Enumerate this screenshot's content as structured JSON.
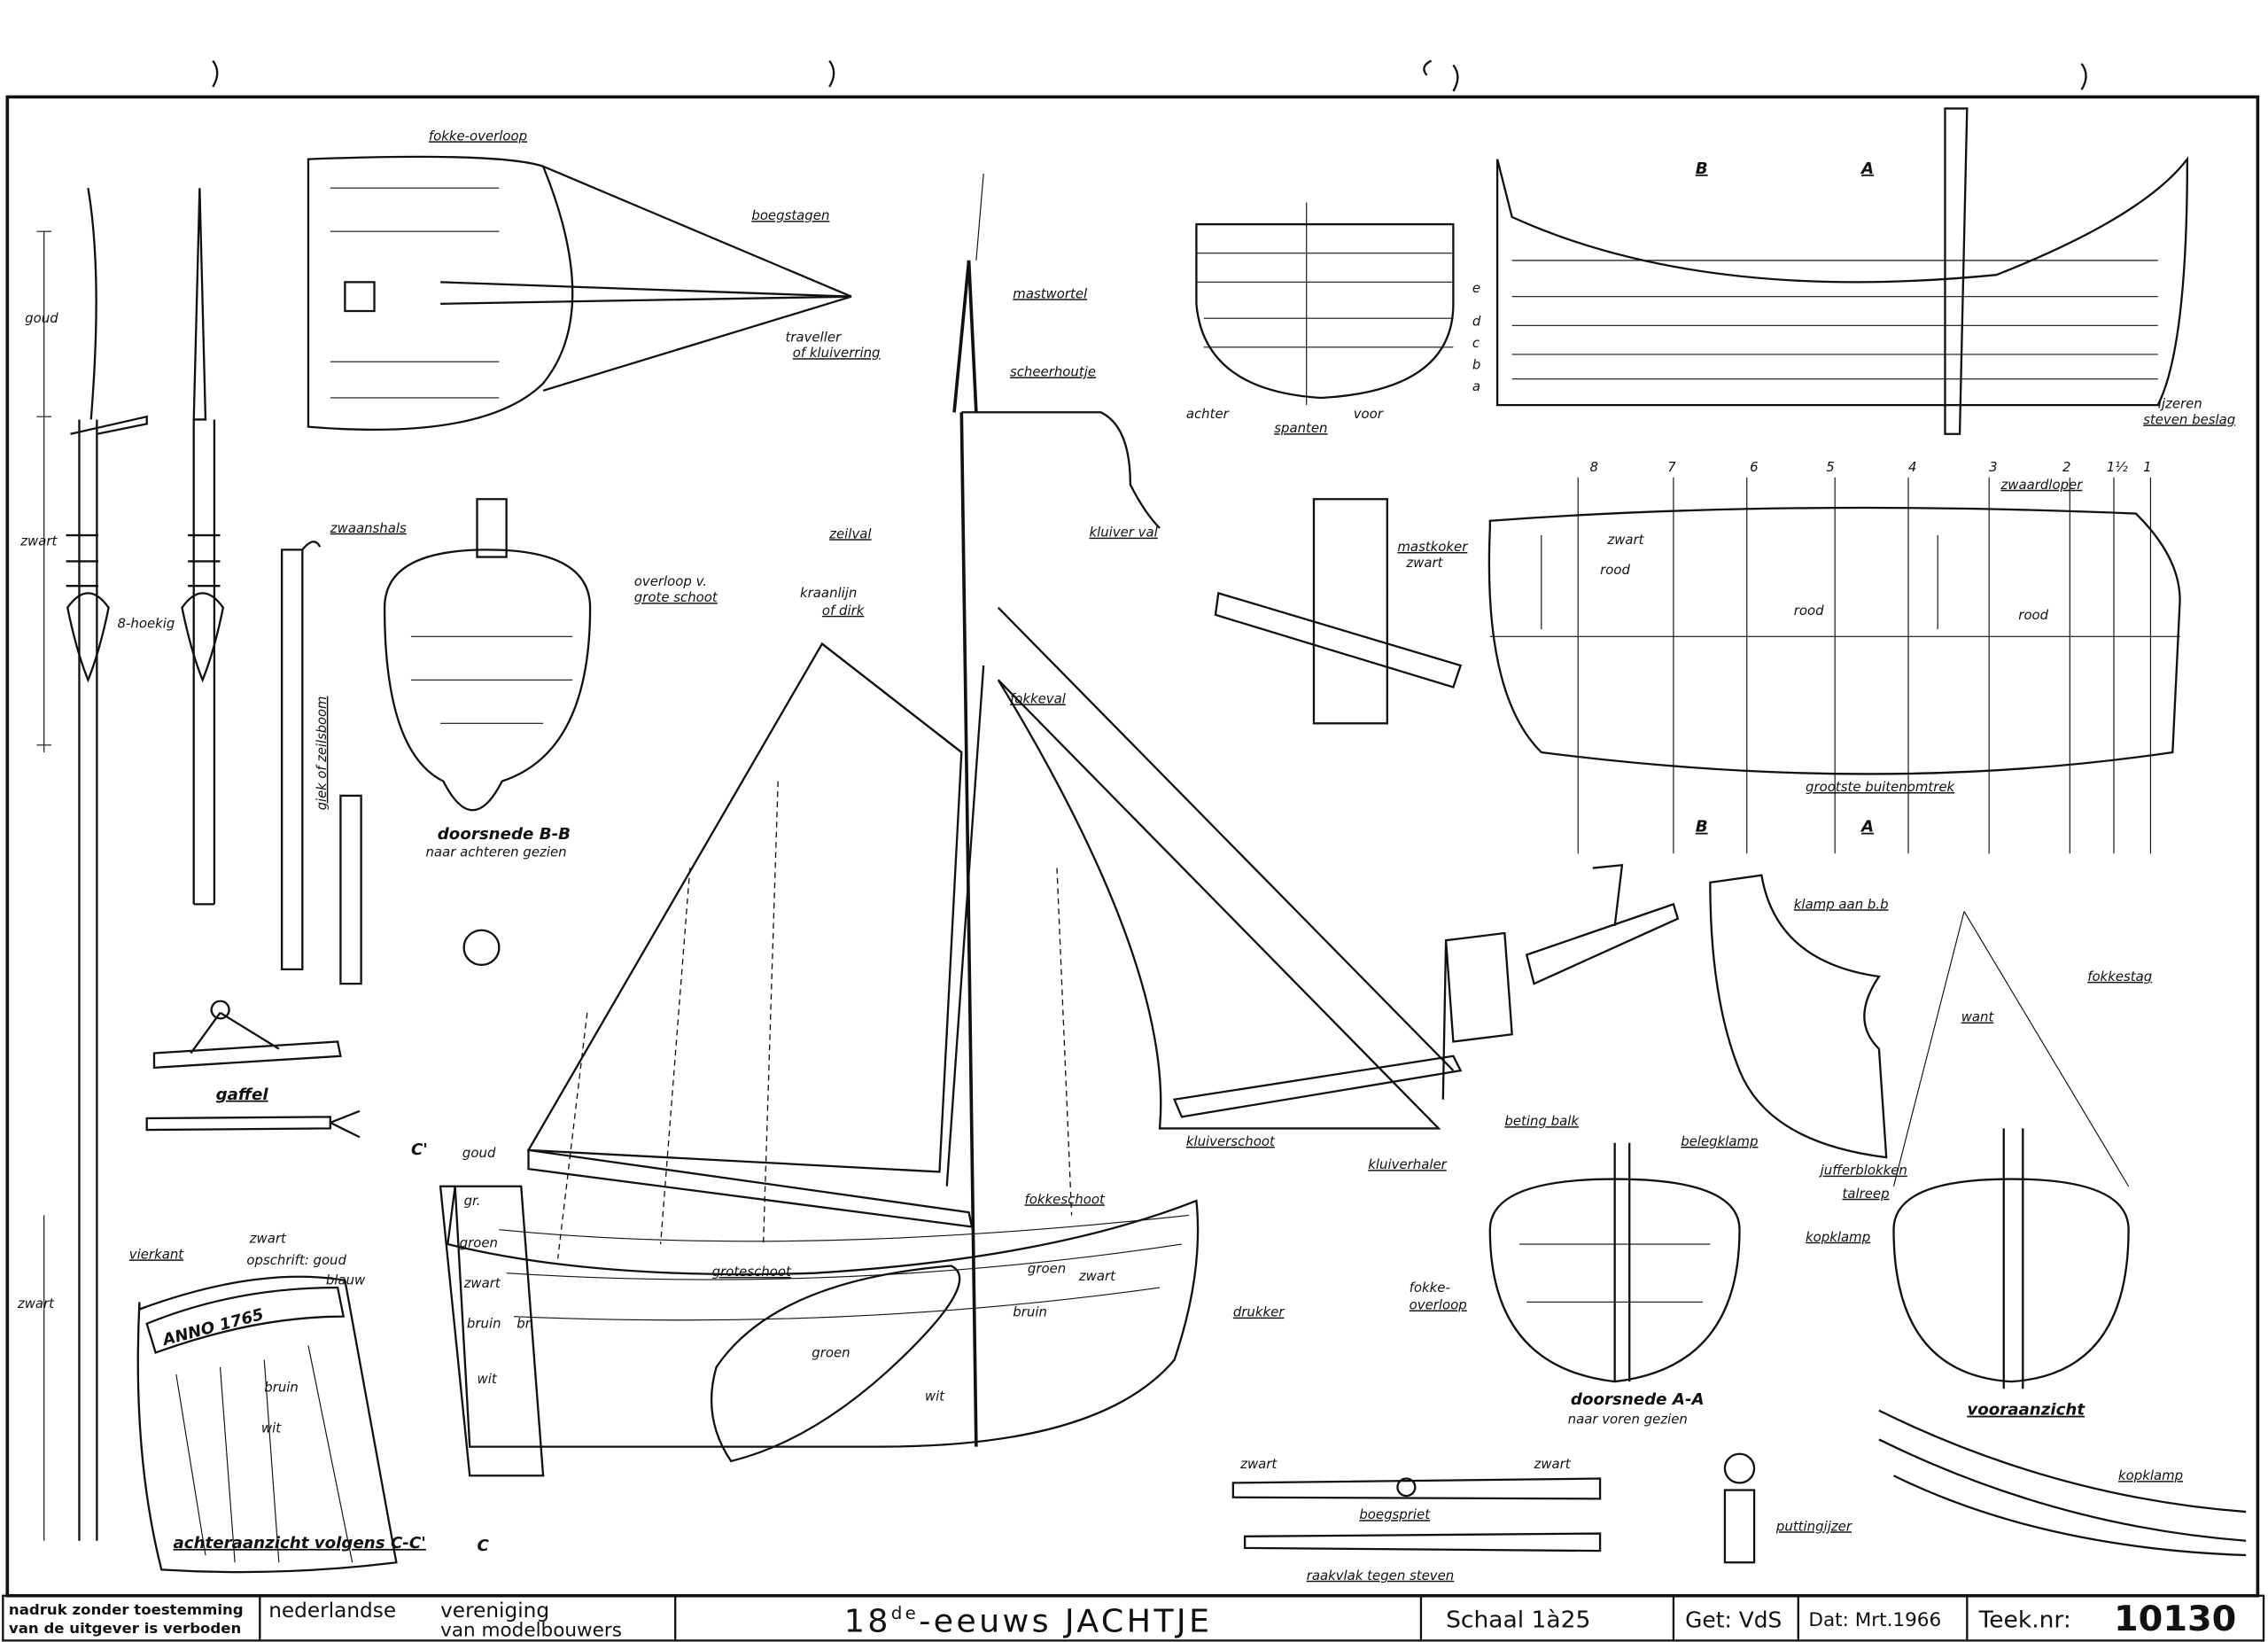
{
  "title_block": {
    "notice_line1": "nadruk zonder toestemming",
    "notice_line2": "van de uitgever is verboden",
    "org_line1": "nederlandse",
    "org_line2": "vereniging",
    "org_line3": "van modelbouwers",
    "title_prefix": "18",
    "title_sup": "de",
    "title_main": "-eeuws JACHTJE",
    "scale": "Schaal 1à25",
    "drawn_by": "Get: VdS",
    "date": "Dat: Mrt.1966",
    "drawing_no_label": "Teek.nr:",
    "drawing_no": "10130"
  },
  "labels": {
    "fokke_overloop_top": "fokke-overloop",
    "boegstagen": "boegstagen",
    "traveller1": "traveller",
    "traveller2": "of kluiverring",
    "mastwortel": "mastwortel",
    "scheerhoutje": "scheerhoutje",
    "goud_mast": "goud",
    "zwart_mast": "zwart",
    "achthoekig": "8-hoekig",
    "zwaanshals": "zwaanshals",
    "overloop1": "overloop v.",
    "overloop2": "grote schoot",
    "giek": "giek of zeilsboom",
    "doorsnede_bb": "doorsnede B-B",
    "bb_sub": "naar achteren gezien",
    "gaffel": "gaffel",
    "vierkant": "vierkant",
    "zwart_low": "zwart",
    "zwart_transom": "zwart",
    "opschrift": "opschrift: goud",
    "blauw": "blauw",
    "anno": "ANNO 1765",
    "bruin_transom": "bruin",
    "wit_transom": "wit",
    "achteraanzicht": "achteraanzicht volgens C-C'",
    "zeilval": "zeilval",
    "kraanlijn1": "kraanlijn",
    "kraanlijn2": "of dirk",
    "kluiverval": "kluiver val",
    "fokkeval": "fokkeval",
    "kluiverschoot": "kluiverschoot",
    "kluiverhaler": "kluiverhaler",
    "fokkeschoot": "fokkeschoot",
    "groteschoot": "groteschoot",
    "drukker": "drukker",
    "goud_hull": "goud",
    "gr": "gr.",
    "groen_stern": "groen",
    "zwart_stern": "zwart",
    "bruin_stern": "bruin",
    "bn": "bn",
    "wit_stern": "wit",
    "groen_hull": "groen",
    "zwart_hull": "zwart",
    "bruin_hull": "bruin",
    "wit_hull": "wit",
    "groen_rudder": "groen",
    "c_mark_top": "C'",
    "c_mark_bottom": "C",
    "spanten": "spanten",
    "achter": "achter",
    "voor": "voor",
    "ijzeren1": "ijzeren",
    "ijzeren2": "steven beslag",
    "sec_b": "B",
    "sec_a": "A",
    "zwaardloper": "zwaardloper",
    "mastkoker": "mastkoker",
    "mastkoker_zwart": "zwart",
    "zwart_deck": "zwart",
    "rood1": "rood",
    "rood2": "rood",
    "rood3": "rood",
    "grootste": "grootste buitenomtrek",
    "klamp": "klamp aan b.b",
    "fokkestag": "fokkestag",
    "want": "want",
    "jufferblokken": "jufferblokken",
    "talreep": "talreep",
    "betingbalk": "beting balk",
    "belegklamp": "belegklamp",
    "fokke_overloop1": "fokke-",
    "fokke_overloop2": "overloop",
    "kopklamp1": "kopklamp",
    "doorsnede_aa": "doorsnede A-A",
    "aa_sub": "naar voren gezien",
    "vooraanzicht": "vooraanzicht",
    "zwart_bs1": "zwart",
    "zwart_bs2": "zwart",
    "boegspriet": "boegspriet",
    "raakvlak": "raakvlak tegen steven",
    "puttingijzer": "puttingijzer",
    "kopklamp2": "kopklamp",
    "waterlines": [
      "e",
      "d",
      "c",
      "b",
      "a"
    ],
    "stations": [
      "8",
      "7",
      "6",
      "5",
      "4",
      "3",
      "2",
      "1½",
      "1"
    ]
  }
}
